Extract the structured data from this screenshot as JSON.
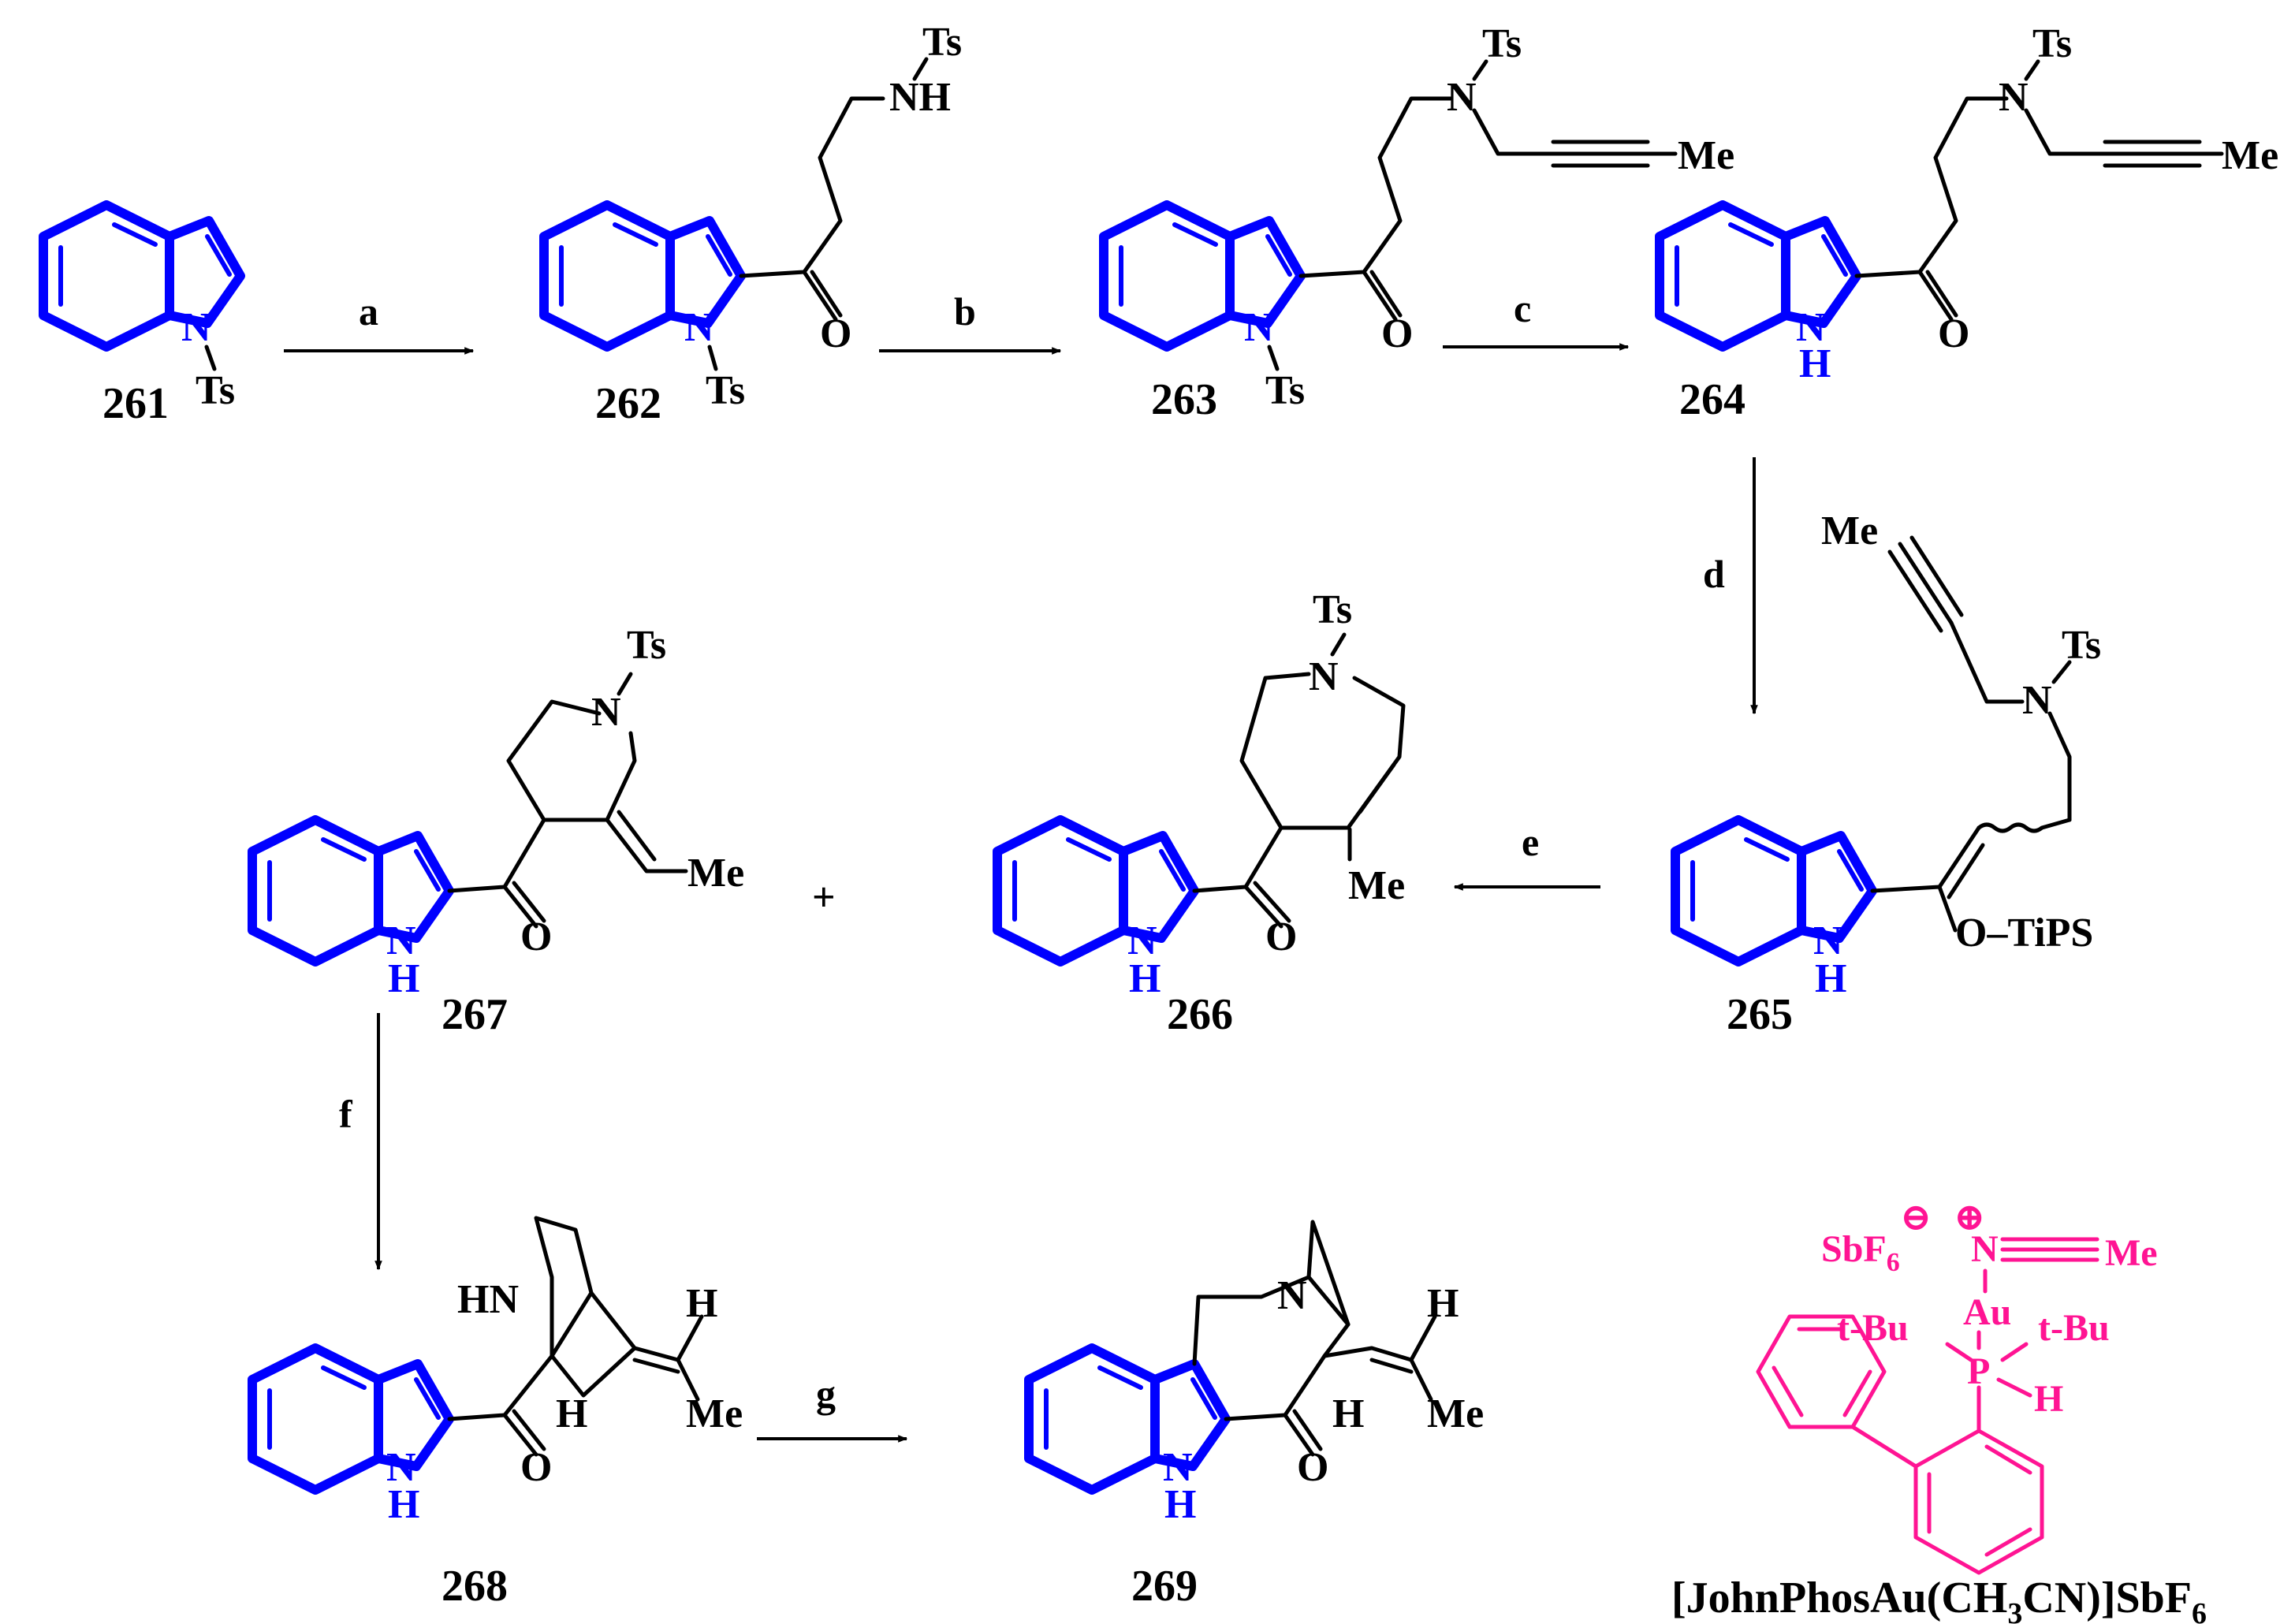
{
  "compounds": {
    "c261": "261",
    "c262": "262",
    "c263": "263",
    "c264": "264",
    "c265": "265",
    "c266": "266",
    "c267": "267",
    "c268": "268",
    "c269": "269"
  },
  "steps": {
    "a": "a",
    "b": "b",
    "c": "c",
    "d": "d",
    "e": "e",
    "f": "f",
    "g": "g"
  },
  "plus": "+",
  "labels": {
    "ts": "Ts",
    "n": "N",
    "nh": "NH",
    "h": "H",
    "o": "O",
    "me": "Me",
    "hn": "HN",
    "otips": "O–TiPS"
  },
  "catalyst": {
    "anion": "SbF",
    "anion_sub": "6",
    "minus": "⊖",
    "plus": "⊕",
    "n": "N",
    "me": "Me",
    "au": "Au",
    "tbu": "t-Bu",
    "p": "P",
    "h": "H",
    "name_part1": "[JohnPhosAu(CH",
    "name_sub3": "3",
    "name_part2": "CN)]SbF",
    "name_sub6": "6"
  },
  "colors": {
    "indole": "#0000ff",
    "catalyst": "#ff1493",
    "text": "#000000"
  }
}
